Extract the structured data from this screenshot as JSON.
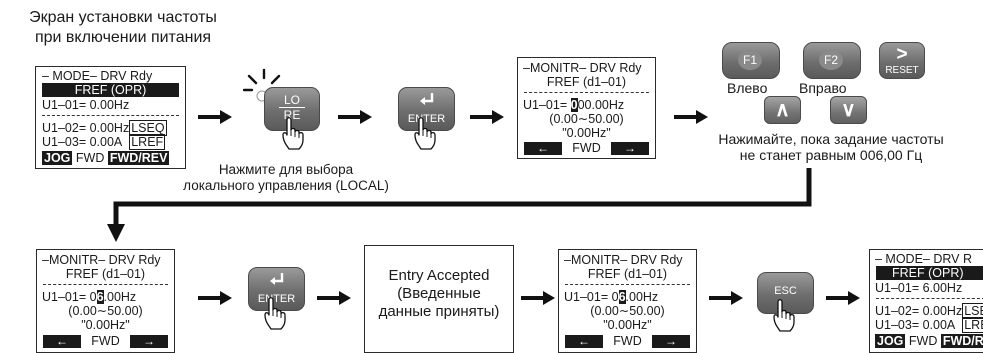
{
  "title": {
    "line1": "Экран установки частоты",
    "line2": "при включении питания"
  },
  "panel1": {
    "header": "– MODE–  DRV  Rdy",
    "subheader": "FREF (OPR)",
    "line_u101": "U1–01= 0.00Hz",
    "line_u102": "U1–02= 0.00Hz",
    "tag_lseq": "LSEQ",
    "line_u103": "U1–03= 0.00A",
    "tag_lref": "LREF",
    "foot_jog": "JOG",
    "foot_fwd": "FWD",
    "foot_fwdrev": "FWD/REV"
  },
  "lore_key": {
    "top": "LO",
    "bottom": "RE"
  },
  "lore_note": {
    "line1": "Нажмите для выбора",
    "line2": "локального управления (LOCAL)"
  },
  "enter_key": {
    "label": "ENTER"
  },
  "panel2": {
    "header": "–MONITR–  DRV  Rdy",
    "subheader": "FREF (d1–01)",
    "line_prefix": "U1–01= ",
    "cursor_digit": "0",
    "line_suffix": "00.00Hz",
    "range": "(0.00∼50.00)",
    "default": "\"0.00Hz\"",
    "nav_left": "←",
    "nav_mid": "FWD",
    "nav_right": "→"
  },
  "fkeys": {
    "f1": "F1",
    "f2": "F2",
    "reset": "RESET",
    "left_label": "Влево",
    "right_label": "Вправо",
    "up": "∧",
    "down": "∨"
  },
  "press_note": {
    "line1": "Нажимайте, пока задание частоты",
    "line2": "не станет равным 006,00 Гц"
  },
  "panel3": {
    "header": "–MONITR–  DRV  Rdy",
    "subheader": "FREF (d1–01)",
    "line_prefix": "U1–01= 0",
    "cursor_digit": "6",
    "line_suffix": ".00Hz",
    "range": "(0.00∼50.00)",
    "default": "\"0.00Hz\"",
    "nav_left": "←",
    "nav_mid": "FWD",
    "nav_right": "→"
  },
  "entry_box": {
    "line1": "Entry Accepted",
    "line2": "(Введенные",
    "line3": "данные приняты)"
  },
  "panel4": {
    "header": "–MONITR–  DRV  Rdy",
    "subheader": "FREF (d1–01)",
    "line_prefix": "U1–01= 0",
    "cursor_digit": "6",
    "line_suffix": ".00Hz",
    "range": "(0.00∼50.00)",
    "default": "\"0.00Hz\"",
    "nav_left": "←",
    "nav_mid": "FWD",
    "nav_right": "→"
  },
  "esc_key": {
    "label": "ESC"
  },
  "panel5": {
    "header": "– MODE–  DRV  R",
    "subheader": "FREF (OPR)",
    "line_u101": "U1–01=  6.00Hz",
    "line_u102": "U1–02= 0.00Hz",
    "tag_lseq": "LSE",
    "line_u103": "U1–03= 0.00A",
    "tag_lref": "LRE",
    "foot_jog": "JOG",
    "foot_fwd": "FWD",
    "foot_fwdrev": "FWD/R"
  },
  "icons": [
    "pointing-hand-icon",
    "flow-arrow-icon",
    "enter-return-icon",
    "up-chevron-icon",
    "down-chevron-icon"
  ]
}
